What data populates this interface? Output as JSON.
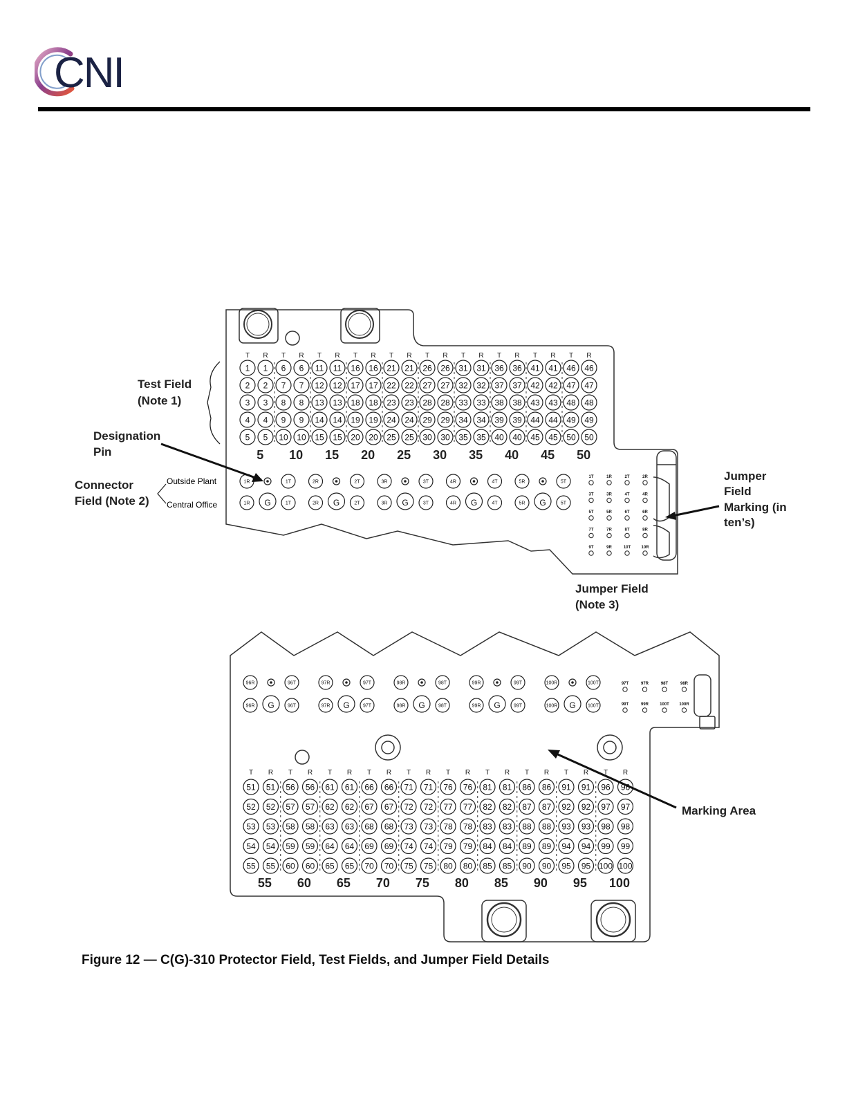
{
  "header": {
    "logo_text": "CNI"
  },
  "diagram": {
    "callouts": {
      "test_field": [
        "Test Field",
        "(Note 1)"
      ],
      "designation_pin": [
        "Designation",
        "Pin"
      ],
      "connector_field": [
        "Connector",
        "Field (Note 2)"
      ],
      "outside_plant": "Outside Plant",
      "central_office": "Central Office",
      "jumper_marking": [
        "Jumper",
        "Field",
        "Marking (in",
        "ten’s)"
      ],
      "jumper_field": [
        "Jumper Field",
        "(Note 3)"
      ],
      "marking_area": "Marking Area"
    },
    "col_headers": [
      "T",
      "R",
      "T",
      "R",
      "T",
      "R",
      "T",
      "R",
      "T",
      "R",
      "T",
      "R",
      "T",
      "R",
      "T",
      "R",
      "T",
      "R",
      "T",
      "R"
    ],
    "top_group_labels": [
      "5",
      "10",
      "15",
      "20",
      "25",
      "30",
      "35",
      "40",
      "45",
      "50"
    ],
    "bottom_group_labels": [
      "55",
      "60",
      "65",
      "70",
      "75",
      "80",
      "85",
      "90",
      "95",
      "100"
    ],
    "top_connector_row1": [
      "1R",
      "1T",
      "2R",
      "2T",
      "3R",
      "3T",
      "4R",
      "4T",
      "5R",
      "5T"
    ],
    "top_connector_row2": [
      "1R",
      "G",
      "1T",
      "2R",
      "G",
      "2T",
      "3R",
      "G",
      "3T",
      "4R",
      "G",
      "4T",
      "5R",
      "G",
      "5T"
    ],
    "top_jumper_labels": [
      [
        "1T",
        "1R",
        "2T",
        "2R"
      ],
      [
        "3T",
        "3R",
        "4T",
        "4R"
      ],
      [
        "5T",
        "5R",
        "6T",
        "6R"
      ],
      [
        "7T",
        "7R",
        "8T",
        "8R"
      ],
      [
        "9T",
        "9R",
        "10T",
        "10R"
      ]
    ],
    "bottom_connector_row1": [
      "96R",
      "96T",
      "97R",
      "97T",
      "98R",
      "98T",
      "99R",
      "99T",
      "100R",
      "100T"
    ],
    "bottom_connector_row2": [
      "96R",
      "G",
      "96T",
      "97R",
      "G",
      "97T",
      "98R",
      "G",
      "98T",
      "99R",
      "G",
      "99T",
      "100R",
      "G",
      "100T"
    ],
    "bottom_jumper_labels": [
      [
        "97T",
        "97R",
        "98T",
        "98R"
      ],
      [
        "99T",
        "99R",
        "100T",
        "100R"
      ]
    ]
  },
  "caption": "Figure 12 — C(G)-310 Protector Field, Test Fields, and Jumper Field Details"
}
